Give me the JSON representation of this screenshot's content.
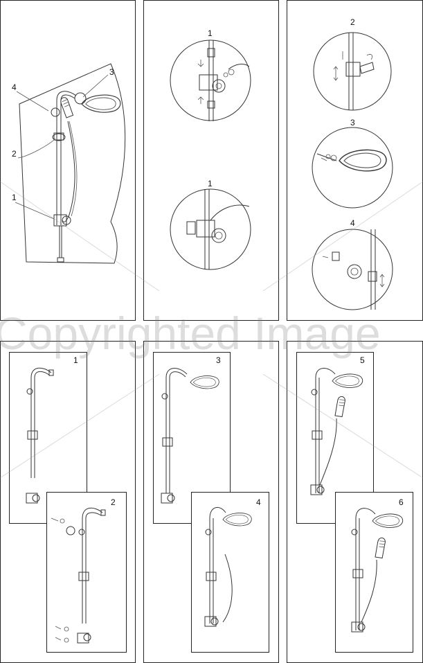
{
  "panels": {
    "overview": {
      "labels": [
        "4",
        "3",
        "2",
        "1"
      ]
    },
    "detail_middle": {
      "labels": [
        "1",
        "1"
      ]
    },
    "detail_right": {
      "labels": [
        "2",
        "3",
        "4"
      ]
    },
    "steps": [
      "1",
      "2",
      "3",
      "4",
      "5",
      "6"
    ]
  },
  "watermark": {
    "text": "Copyrighted Image"
  }
}
